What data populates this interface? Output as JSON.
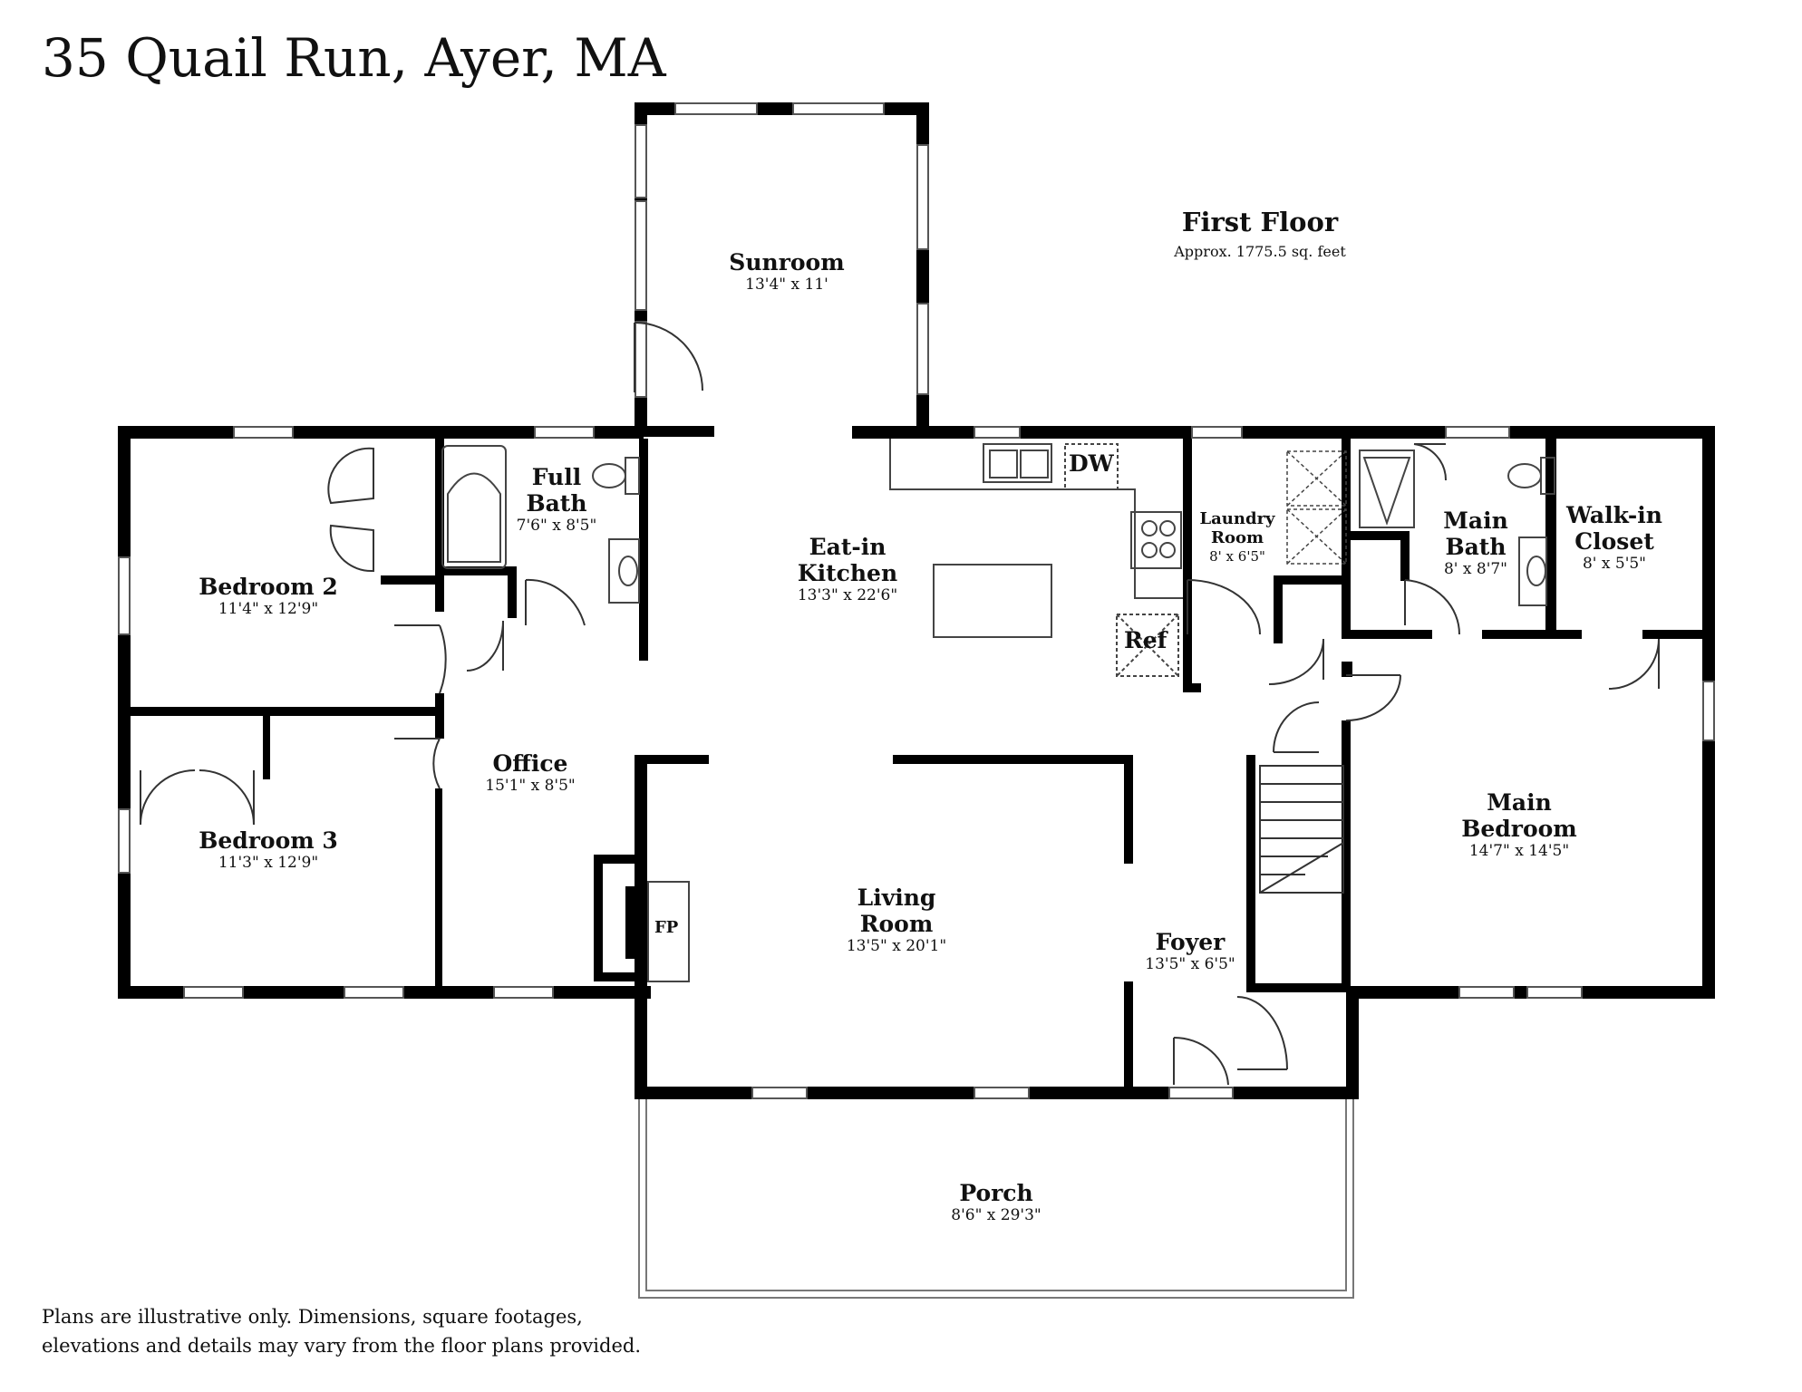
{
  "title": "35 Quail Run, Ayer, MA",
  "floor": {
    "name": "First Floor",
    "area": "Approx. 1775.5 sq. feet"
  },
  "rooms": {
    "sunroom": {
      "name": [
        "Sunroom"
      ],
      "dims": "13'4\" x 11'"
    },
    "full_bath": {
      "name": [
        "Full",
        "Bath"
      ],
      "dims": "7'6\" x 8'5\""
    },
    "bedroom_2": {
      "name": [
        "Bedroom 2"
      ],
      "dims": "11'4\" x 12'9\""
    },
    "eat_in_kitchen": {
      "name": [
        "Eat-in",
        "Kitchen"
      ],
      "dims": "13'3\" x 22'6\""
    },
    "laundry_room": {
      "name": [
        "Laundry",
        "Room"
      ],
      "dims": "8' x 6'5\""
    },
    "main_bath": {
      "name": [
        "Main",
        "Bath"
      ],
      "dims": "8' x 8'7\""
    },
    "walk_in_closet": {
      "name": [
        "Walk-in",
        "Closet"
      ],
      "dims": "8' x 5'5\""
    },
    "office": {
      "name": [
        "Office"
      ],
      "dims": "15'1\" x 8'5\""
    },
    "bedroom_3": {
      "name": [
        "Bedroom 3"
      ],
      "dims": "11'3\" x 12'9\""
    },
    "living_room": {
      "name": [
        "Living",
        "Room"
      ],
      "dims": "13'5\" x 20'1\""
    },
    "main_bedroom": {
      "name": [
        "Main",
        "Bedroom"
      ],
      "dims": "14'7\" x 14'5\""
    },
    "foyer": {
      "name": [
        "Foyer"
      ],
      "dims": "13'5\" x 6'5\""
    },
    "porch": {
      "name": [
        "Porch"
      ],
      "dims": "8'6\" x 29'3\""
    }
  },
  "fixtures": {
    "dishwasher": "DW",
    "refrigerator": "Ref",
    "fireplace": "FP"
  },
  "disclaimer": [
    "Plans are illustrative only. Dimensions, square footages,",
    "elevations and details may vary from the floor plans provided."
  ]
}
